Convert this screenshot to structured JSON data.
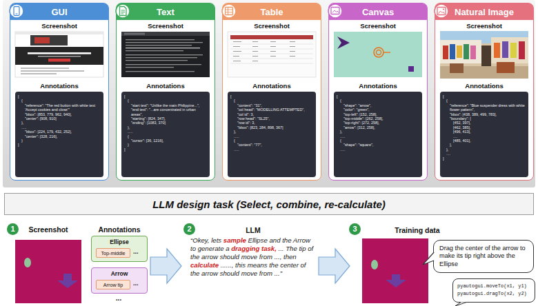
{
  "diagram": {
    "nodes": [
      {
        "text": [
          "GUI",
          "Screenshot",
          "Annotations"
        ]
      },
      {
        "text": [
          "[",
          "{",
          "\"reference\": \"The red button with white text 'Accept cookies and close'\"",
          "\"bbox\": [853, 779, 962, 940],",
          "\"center\": [908, 910]",
          "},",
          ".....",
          "\"bbox\": [224, 179, 432, 252],",
          "\"center\": [328, 216],",
          "}",
          "]"
        ],
        "in": 0
      },
      {
        "text": [
          "Text",
          "Screenshot",
          "Annotations"
        ]
      },
      {
        "text": [
          "[",
          "{",
          "\"start text\": \"Unlike the main Philippine...\",",
          "\"end text\": \"...are concentrated in urban areas\",",
          "\"starting\": [824, 347],",
          "\"ending\": [1083, 370]",
          "},",
          ".....",
          "{",
          "\"cursor\": [36, 1216],",
          "}",
          "]"
        ],
        "in": 2
      },
      {
        "text": [
          "Table",
          "Screenshot",
          "Annotations"
        ]
      },
      {
        "text": [
          "[",
          "{",
          "\"content\": \"31\",",
          "\"col head\": \"MODELLING ATTEMPTED\",",
          "\"col id\": 3,",
          "\"row head\": \"SL25\",",
          "\"row id\": 3,",
          "\"bbox\": [823, 284, 898, 367]",
          "},",
          ".....",
          "{",
          "\"content\": \"77\",",
          "....."
        ],
        "in": 4
      },
      {
        "text": [
          "Canvas",
          "Screenshot",
          "Annotations"
        ]
      },
      {
        "text": [
          "[",
          "{",
          "\"shape\": \"arrow\",",
          "\"color\": \"green\",",
          "\"top-left\": [152, 258],",
          "\"top-middle\": [262, 258],",
          "\"top-right\": [272, 258],",
          "\"arrow\": [312, 258],",
          "},",
          ".....",
          "{",
          "\"shape\": \"square\",",
          "....."
        ],
        "in": 6
      },
      {
        "text": [
          "Natural Image",
          "Screenshot",
          "Annotations"
        ]
      },
      {
        "text": [
          "[",
          "{",
          "\"reference\": \"Blue suspender dress with white flower pattern\",",
          "\"bbox\": [438, 389, 499, 783],",
          "\"boundary\": [",
          "[452, 397],",
          "[462, 385],",
          "[496, 413],",
          "....",
          "[485, 401],",
          "],",
          "},",
          "....",
          "]"
        ],
        "in": 8
      },
      {
        "text": [
          "LLM design task (Select, combine, re-calculate)"
        ]
      },
      {
        "text": [
          "Ellipse",
          "..."
        ]
      },
      {
        "text": [
          "Top-middle"
        ],
        "in": 11
      },
      {
        "text": [
          "Arrow",
          "..."
        ]
      },
      {
        "text": [
          "Arrow tip"
        ],
        "in": 13
      },
      {
        "text": [
          "Drag the center of the arrow to make its tip right above the Ellipse"
        ]
      },
      {
        "text": [
          "pyautogui.moveTo(x1, y1)",
          "pyautogui.dragTo(x2, y2)"
        ]
      }
    ],
    "labels": [
      "1",
      "Screenshot",
      "Annotations",
      "...",
      "2",
      "LLM",
      "“Okey, lets sample Ellipse and the Arrow to generate a dragging task, ... The tip of the arrow should move from ..., then calculate ......, this means the center of the arrow should move from ...”",
      "3",
      "Training data"
    ]
  }
}
